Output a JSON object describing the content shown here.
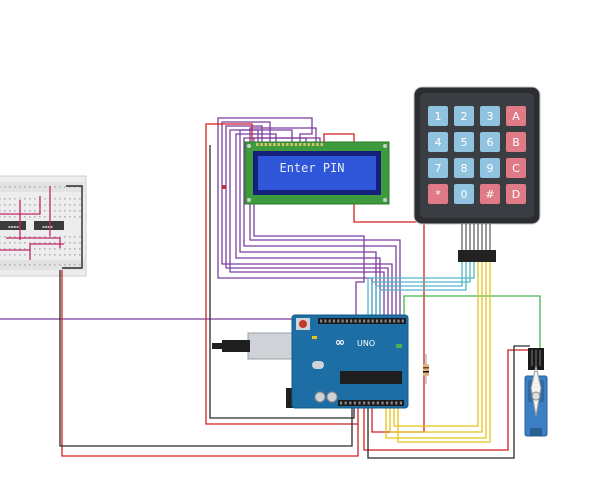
{
  "lcd": {
    "text": "Enter PIN"
  },
  "keypad": {
    "rows": [
      [
        "1",
        "2",
        "3",
        "A"
      ],
      [
        "4",
        "5",
        "6",
        "B"
      ],
      [
        "7",
        "8",
        "9",
        "C"
      ],
      [
        "*",
        "0",
        "#",
        "D"
      ]
    ]
  },
  "arduino": {
    "logo": "UNO"
  },
  "colors": {
    "purple_wire": "#7b3fa0",
    "red_wire": "#d21f1f",
    "black_wire": "#2a2a2a",
    "cyan_wire": "#4fb7c9",
    "yellow_wire": "#e6c41a",
    "green_wire": "#44b84a",
    "board_blue": "#1c6ea4",
    "lcd_green": "#3d9a3d",
    "lcd_screen": "#2f55d8",
    "keypad_body": "#2b2d30",
    "key_blue": "#8fc3e0",
    "key_red": "#e07a86",
    "servo_blue": "#3b7fc4"
  }
}
